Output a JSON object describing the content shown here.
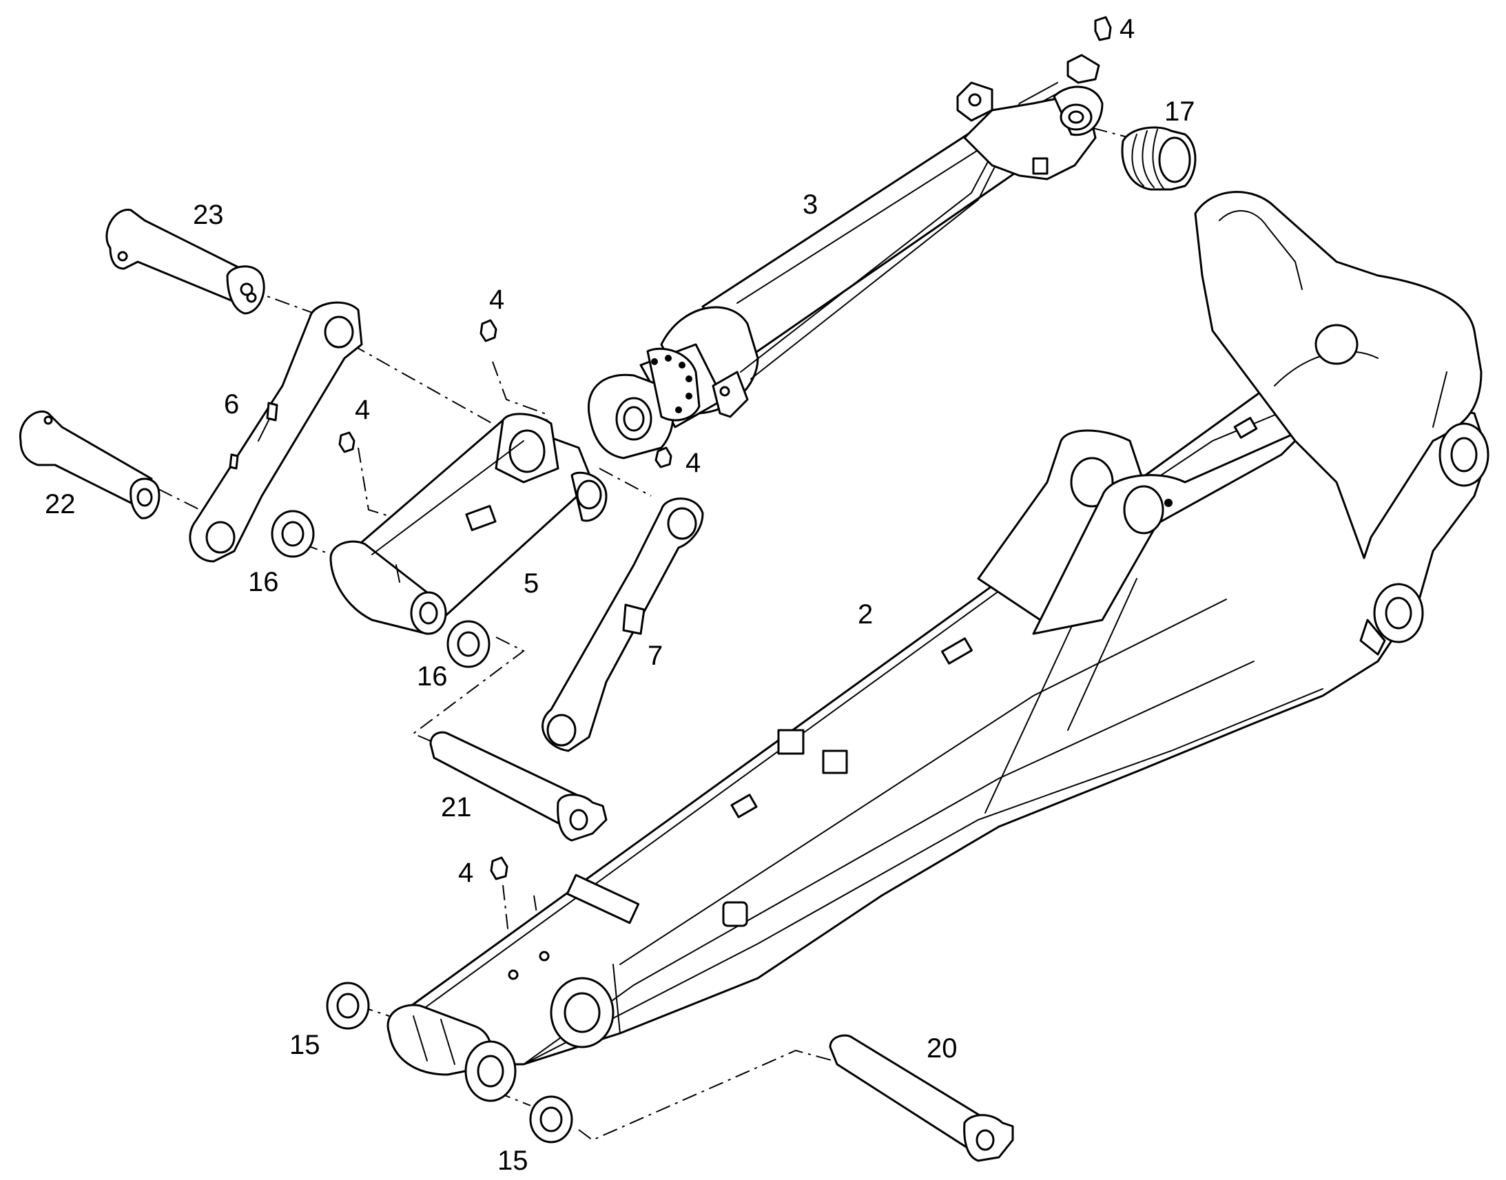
{
  "callouts": {
    "c2": "2",
    "c3": "3",
    "c4a": "4",
    "c4b": "4",
    "c4c": "4",
    "c4d": "4",
    "c4e": "4",
    "c5": "5",
    "c6": "6",
    "c7": "7",
    "c15a": "15",
    "c15b": "15",
    "c16a": "16",
    "c16b": "16",
    "c17": "17",
    "c20": "20",
    "c21": "21",
    "c22": "22",
    "c23": "23"
  }
}
